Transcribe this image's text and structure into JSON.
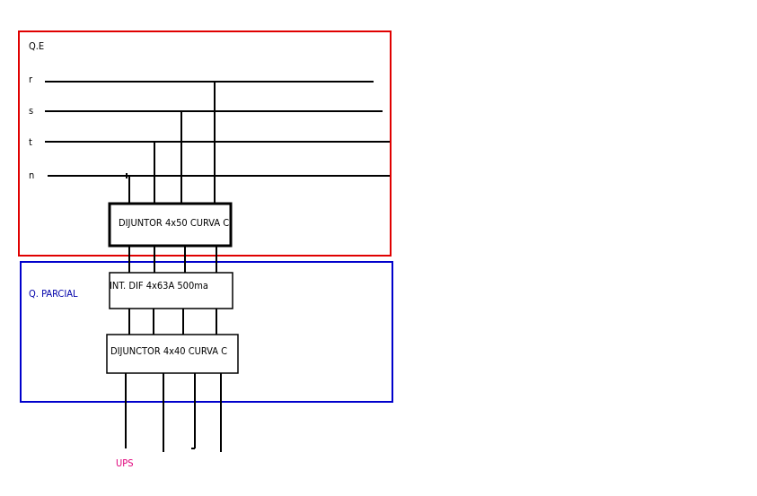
{
  "panels": {
    "qe": {
      "label": "Q.E",
      "color": "#e00000"
    },
    "parcial": {
      "label": "Q. PARCIAL",
      "color": "#0000cc"
    }
  },
  "phases": {
    "r": "r",
    "s": "s",
    "t": "t",
    "n": "n"
  },
  "devices": {
    "main_breaker": "DIJUNTOR 4x50 CURVA C",
    "differential": "INT. DIF 4x63A 500ma",
    "sub_breaker": "DIJUNCTOR 4x40 CURVA C"
  },
  "output": {
    "label": "UPS",
    "color": "#e0007a"
  }
}
